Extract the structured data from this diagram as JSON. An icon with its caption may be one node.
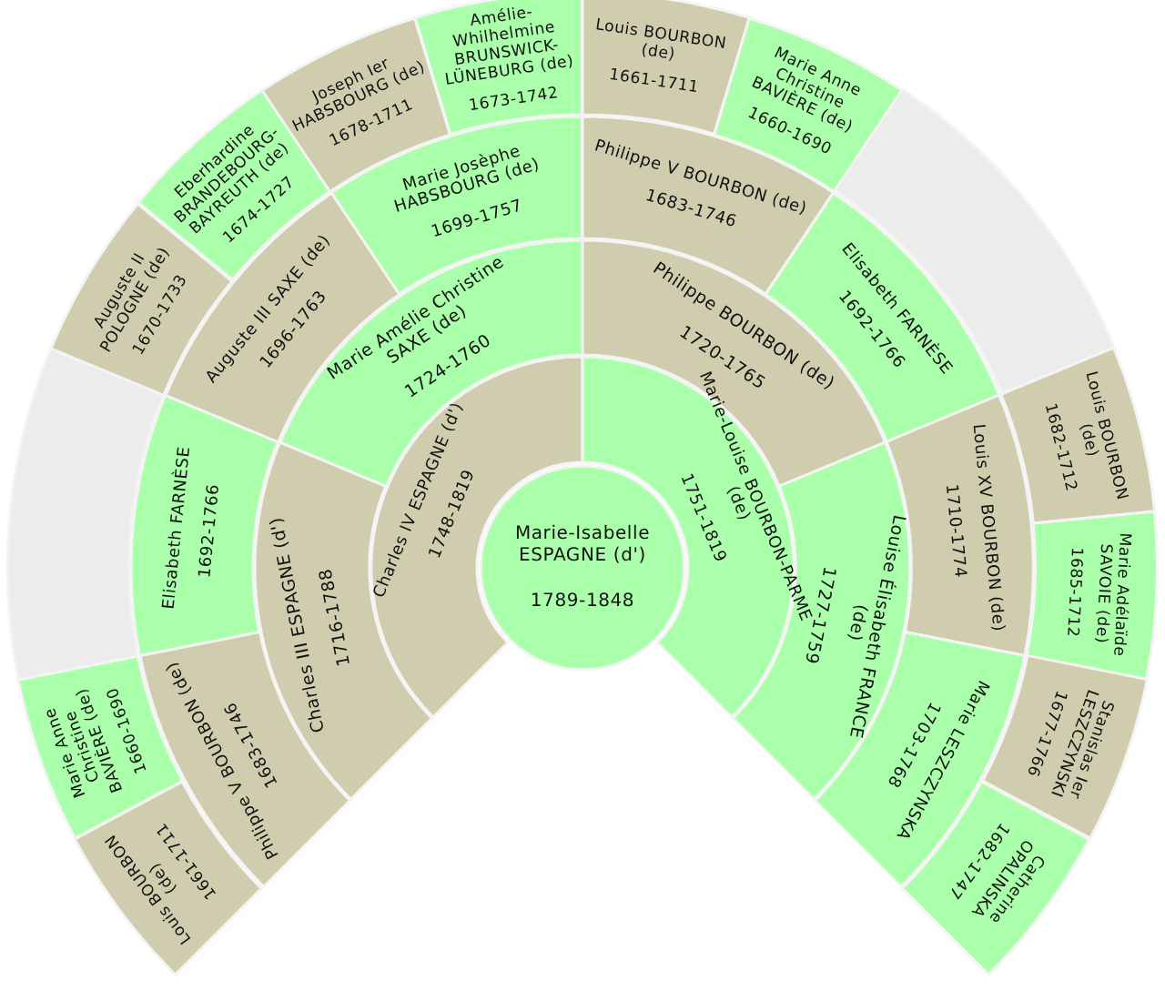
{
  "diagram": {
    "nodes": [
      {
        "text": [
          "Marie-Isabelle ESPAGNE (d')",
          "1789-1848"
        ]
      },
      {
        "text": [
          "Charles IV ESPAGNE (d')",
          "1748-1819"
        ]
      },
      {
        "text": [
          "Marie-Louise BOURBON-PARME (de)",
          "1751-1819"
        ]
      },
      {
        "text": [
          "Charles III ESPAGNE (d')",
          "1716-1788"
        ]
      },
      {
        "text": [
          "Marie Amélie Christine SAXE (de)",
          "1724-1760"
        ]
      },
      {
        "text": [
          "Philippe BOURBON (de)",
          "1720-1765"
        ]
      },
      {
        "text": [
          "Louise Élisabeth FRANCE (de)",
          "1727-1759"
        ]
      },
      {
        "text": [
          "Philippe V BOURBON (de)",
          "1683-1746"
        ]
      },
      {
        "text": [
          "Elisabeth FARNÈSE",
          "1692-1766"
        ]
      },
      {
        "text": [
          "Auguste III SAXE (de)",
          "1696-1763"
        ]
      },
      {
        "text": [
          "Marie Josèphe HABSBOURG (de)",
          "1699-1757"
        ]
      },
      {
        "text": [
          "Philippe V BOURBON (de)",
          "1683-1746"
        ]
      },
      {
        "text": [
          "Elisabeth FARNÈSE",
          "1692-1766"
        ]
      },
      {
        "text": [
          "Louis XV BOURBON (de)",
          "1710-1774"
        ]
      },
      {
        "text": [
          "Marie LESZCZYNSKA",
          "1703-1768"
        ]
      },
      {
        "text": [
          "Louis BOURBON (de)",
          "1661-1711"
        ]
      },
      {
        "text": [
          "Marie Anne Christine BAVIÈRE (de)",
          "1660-1690"
        ]
      },
      {
        "text": [],
        "shape": "box"
      },
      {
        "text": [
          "Auguste II POLOGNE (de)",
          "1670-1733"
        ]
      },
      {
        "text": [
          "Eberhardine BRANDEBOURG-BAYREUTH (de)",
          "1674-1727"
        ]
      },
      {
        "text": [
          "Joseph Ier HABSBOURG (de)",
          "1678-1711"
        ]
      },
      {
        "text": [
          "Amélie-Whilhelmine BRUNSWICK-LÜNEBURG (de)",
          "1673-1742"
        ]
      },
      {
        "text": [
          "Louis BOURBON (de)",
          "1661-1711"
        ]
      },
      {
        "text": [
          "Marie Anne Christine BAVIÈRE (de)",
          "1660-1690"
        ]
      },
      {
        "text": [],
        "shape": "box"
      },
      {
        "text": [
          "Louis BOURBON (de)",
          "1682-1712"
        ]
      },
      {
        "text": [
          "Marie Adélaïde SAVOIE (de)",
          "1685-1712"
        ]
      },
      {
        "text": [
          "Stanislas Ier LESZCZYNSKI",
          "1677-1766"
        ]
      },
      {
        "text": [
          "Catherine OPALINSKA",
          "1682-1747"
        ]
      }
    ]
  }
}
